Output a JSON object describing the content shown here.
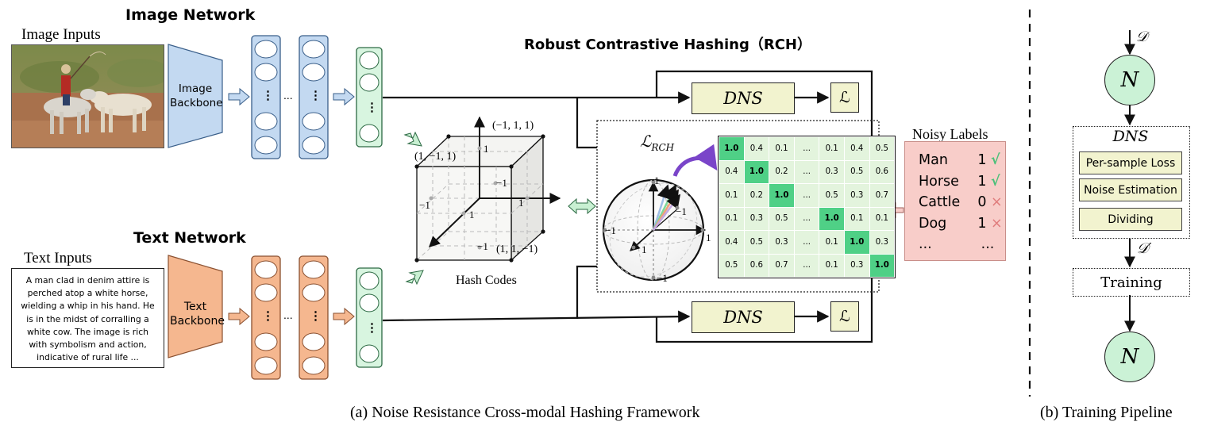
{
  "image_network": {
    "title": "Image Network",
    "inputs_label": "Image Inputs",
    "backbone_label": "Image\nBackbone"
  },
  "text_network": {
    "title": "Text Network",
    "inputs_label": "Text Inputs",
    "backbone_label": "Text\nBackbone",
    "input_text": "A man clad in denim attire is perched atop a white horse, wielding a whip in his hand. He is in the midst of corralling a white cow. The image is rich with symbolism and action, indicative of rural life ..."
  },
  "ellipsis": "...",
  "vdots": "⋮",
  "rch": {
    "title": "Robust Contrastive Hashing（RCH）",
    "dns_label": "DNS",
    "loss_symbol": "ℒ",
    "loss_rch": "ℒ",
    "loss_rch_sub": "RCH"
  },
  "hash_codes": {
    "label": "Hash Codes",
    "corner_top": "(−1, 1, 1)",
    "corner_left": "(1, −1, 1)",
    "corner_bottom": "(1, 1, −1)",
    "tick_y_pos": "1",
    "tick_y_neg": "−1",
    "tick_x_neg": "−1",
    "tick_x_pos": "1",
    "tick_z_pos": "1",
    "tick_z_neg": "−1"
  },
  "sphere": {
    "top": "1",
    "right_upper": "−1",
    "left": "−1",
    "right": "1",
    "bottom_left": "1",
    "bottom": "−1"
  },
  "similarity_matrix": [
    [
      "1.0",
      "0.4",
      "0.1",
      "...",
      "0.1",
      "0.4",
      "0.5"
    ],
    [
      "0.4",
      "1.0",
      "0.2",
      "...",
      "0.3",
      "0.5",
      "0.6"
    ],
    [
      "0.1",
      "0.2",
      "1.0",
      "...",
      "0.5",
      "0.3",
      "0.7"
    ],
    [
      "0.1",
      "0.3",
      "0.5",
      "...",
      "1.0",
      "0.1",
      "0.1"
    ],
    [
      "0.4",
      "0.5",
      "0.3",
      "...",
      "0.1",
      "1.0",
      "0.3"
    ],
    [
      "0.5",
      "0.6",
      "0.7",
      "...",
      "0.1",
      "0.3",
      "1.0"
    ]
  ],
  "noisy_labels": {
    "title": "Noisy Labels",
    "rows": [
      {
        "name": "Man",
        "value": "1",
        "mark": "√",
        "status": "correct"
      },
      {
        "name": "Horse",
        "value": "1",
        "mark": "√",
        "status": "correct"
      },
      {
        "name": "Cattle",
        "value": "0",
        "mark": "×",
        "status": "noisy"
      },
      {
        "name": "Dog",
        "value": "1",
        "mark": "×",
        "status": "noisy"
      },
      {
        "name": "...",
        "value": "...",
        "mark": "",
        "status": "more"
      }
    ]
  },
  "pipeline": {
    "dataset": "𝒟",
    "clean_dataset": "𝒟′",
    "node": "N",
    "dns_label": "DNS",
    "steps": [
      "Per-sample Loss",
      "Noise Estimation",
      "Dividing"
    ],
    "training": "Training"
  },
  "captions": {
    "a": "(a) Noise Resistance Cross-modal Hashing Framework",
    "b": "(b) Training Pipeline"
  },
  "colors": {
    "image_layer": "#c3d9f1",
    "image_layer_stroke": "#3a5f8a",
    "text_layer": "#f5b78f",
    "text_layer_stroke": "#8a5030",
    "hash_layer": "#d8f5e0",
    "dns_box": "#f2f3cf",
    "noisy_box": "#f8cdc9",
    "matrix_cell": "#e3f4dd",
    "matrix_diag": "#4fd086",
    "node": "#cbf2d6",
    "purple_arrow": "#7a45c9"
  }
}
